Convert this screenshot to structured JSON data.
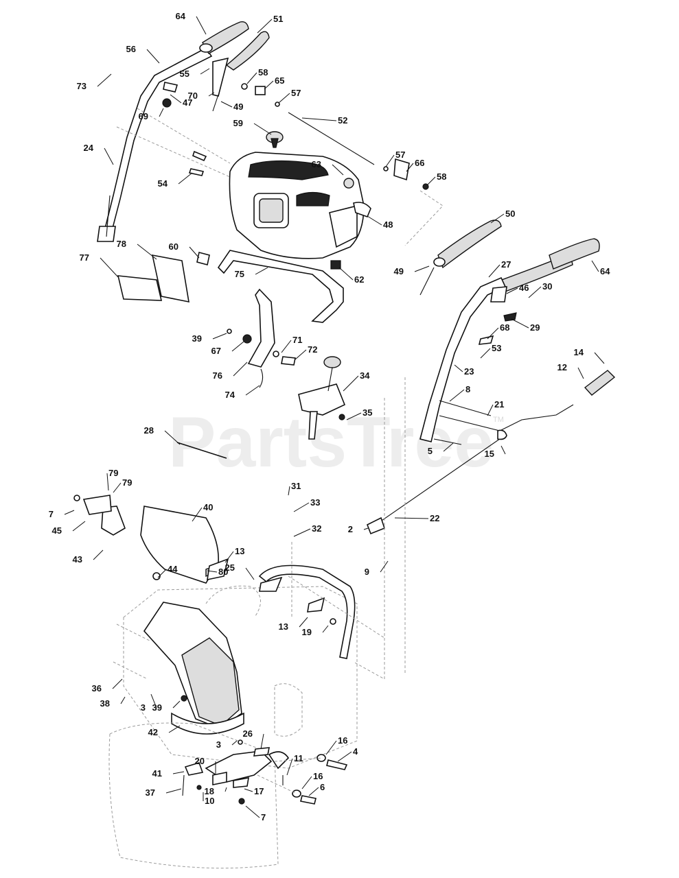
{
  "watermark": {
    "text": "PartsTree",
    "trademark": "TM"
  },
  "callouts": [
    "64",
    "51",
    "56",
    "55",
    "73",
    "47",
    "70",
    "49",
    "58",
    "65",
    "57",
    "69",
    "52",
    "59",
    "24",
    "57",
    "66",
    "63",
    "58",
    "54",
    "48",
    "50",
    "60",
    "78",
    "77",
    "75",
    "62",
    "49",
    "27",
    "64",
    "46",
    "30",
    "29",
    "68",
    "39",
    "71",
    "67",
    "72",
    "53",
    "23",
    "76",
    "74",
    "34",
    "8",
    "14",
    "12",
    "21",
    "35",
    "5",
    "15",
    "28",
    "31",
    "79",
    "79",
    "33",
    "40",
    "7",
    "45",
    "32",
    "2",
    "22",
    "43",
    "80",
    "13",
    "44",
    "25",
    "9",
    "13",
    "19",
    "36",
    "38",
    "3",
    "39",
    "42",
    "3",
    "26",
    "16",
    "4",
    "11",
    "41",
    "20",
    "16",
    "6",
    "37",
    "10",
    "18",
    "17",
    "7"
  ]
}
